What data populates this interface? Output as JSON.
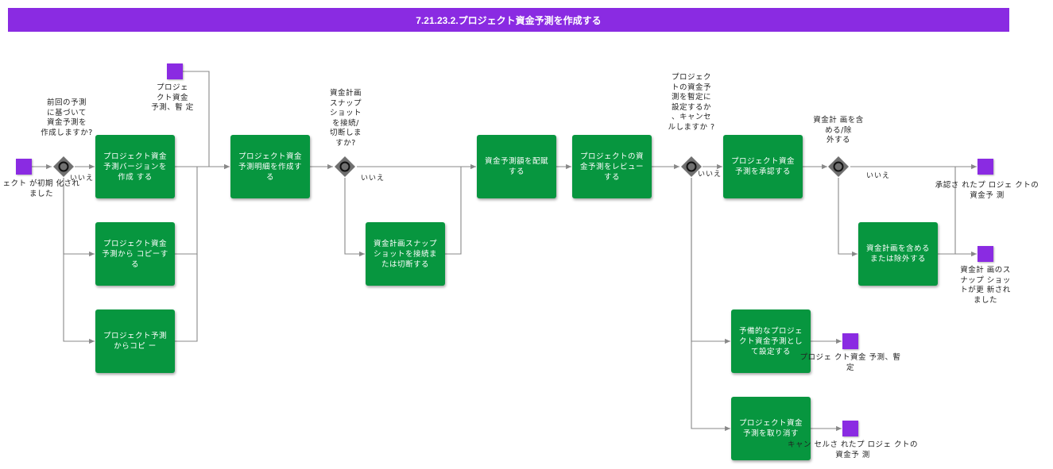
{
  "title": "7.21.23.2.プロジェクト資金予測を作成する",
  "tasks": {
    "t1": "プロジェクト資金予測バージョンを作成 する",
    "t2": "プロジェクト資金予測から コピーする",
    "t3": "プロジェクト予測からコピ ー",
    "t4": "プロジェクト資金予測明細を作成する",
    "t5": "資金計画スナップショットを接続または切断する",
    "t6": "資金予測額を配賦する",
    "t7": "プロジェクトの資金予測をレビューする",
    "t8": "プロジェクト資金予測を承認する",
    "t9": "資金計画を含めるまたは除外する",
    "t10": "予備的なプロジェクト資金予測として設定する",
    "t11": "プロジェクト資金予測を取り消す"
  },
  "labels": {
    "start": "ェクト が初期 化され\nました",
    "q1": "前回の予測\nに基づいて\n資金予測を\n作成しますか?",
    "ev_top": "プロジェ\nクト資金\n予測、暫 定",
    "q2": "資金計画\nスナップ\nショット\nを接続/\n切断しま\nすか?",
    "q3": "プロジェク\nトの資金予\n測を暫定に\n設定するか\n、キャンセ\nルしますか ?",
    "q4": "資金計 画を含\nめる/除\n外する",
    "end1": "承認さ れたプ ロジェ クトの\n資金予 測",
    "end2": "資金計 画のス\nナップ ショッ\nトが更 新され\nました",
    "end3": "プロジェ クト資金 予測、暫\n定",
    "end4": "キャン セルさ れたプ ロジェ クトの\n資金予 測"
  },
  "no_label": "いいえ",
  "colors": {
    "accent": "#8a2be2",
    "task": "#07963f",
    "gateway": "#707070",
    "edge": "#888888"
  }
}
